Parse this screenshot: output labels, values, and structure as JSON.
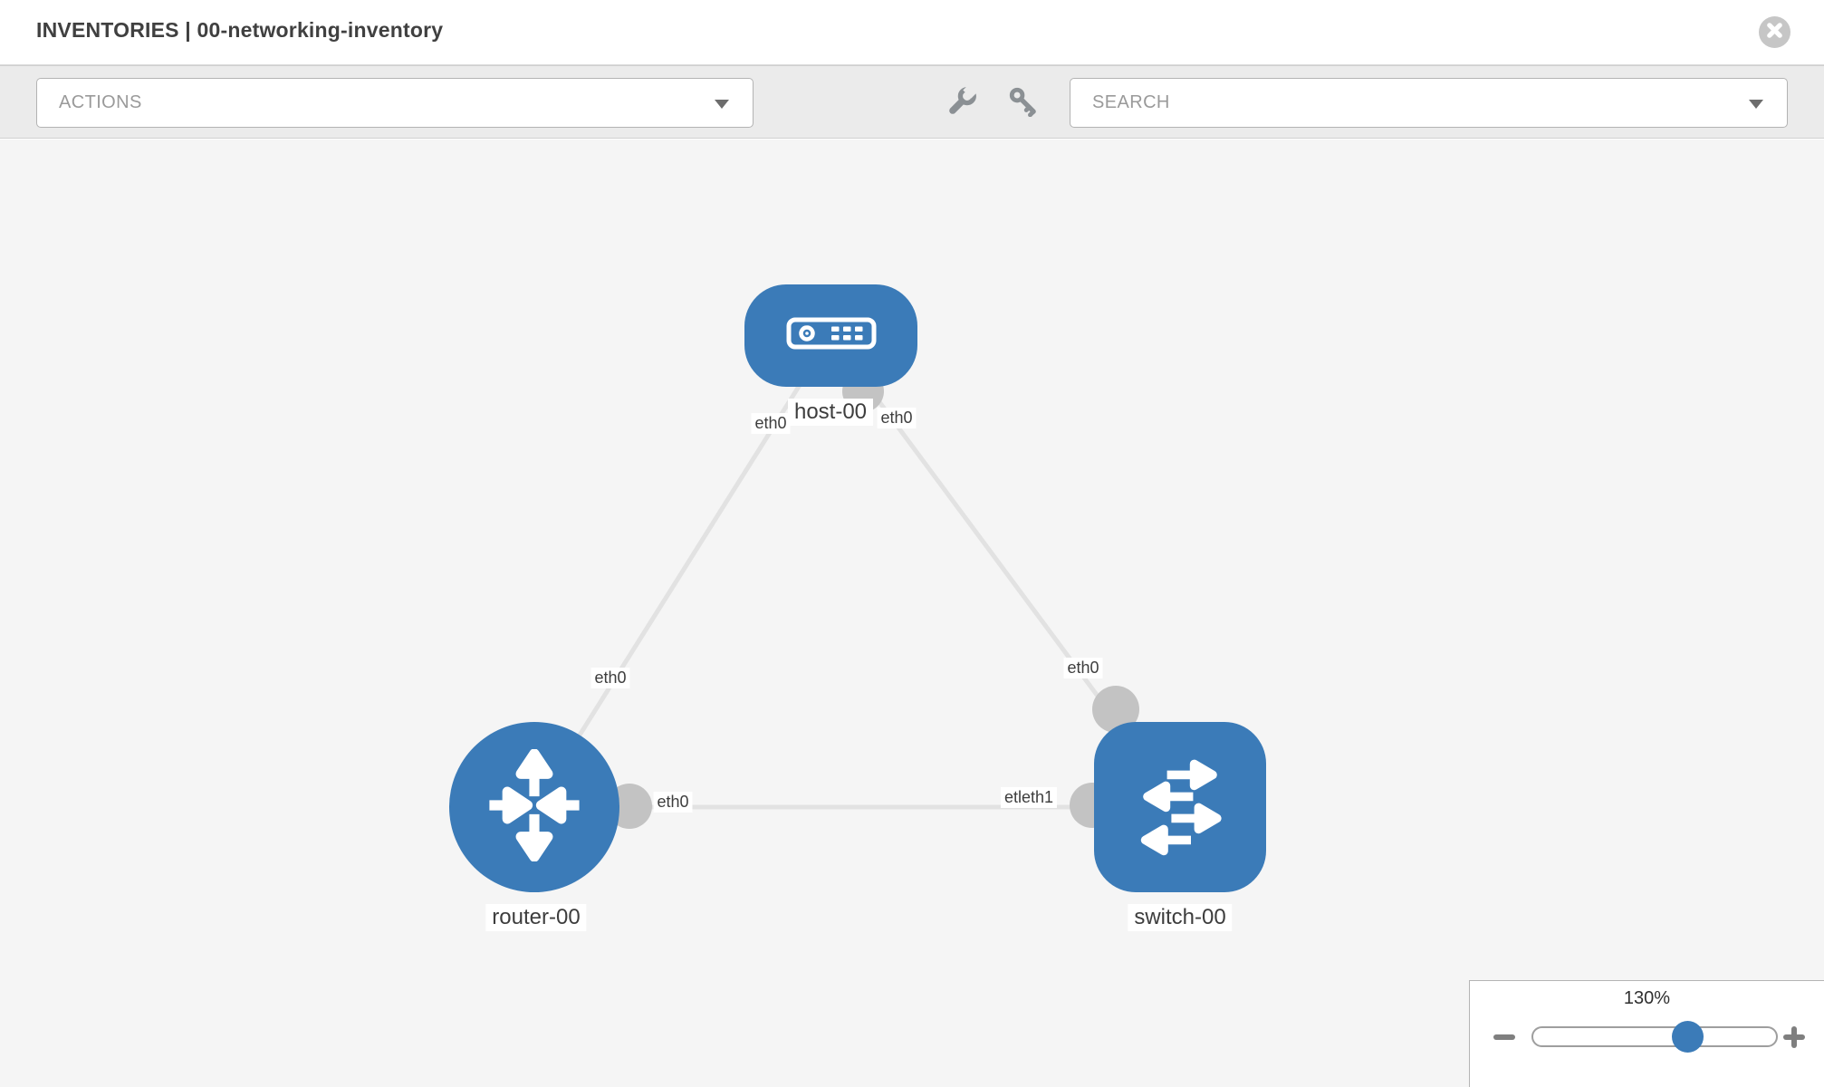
{
  "header": {
    "title": "INVENTORIES | 00-networking-inventory"
  },
  "toolbar": {
    "actions_label": "ACTIONS",
    "search_label": "SEARCH",
    "icons": [
      "wrench-icon",
      "key-icon"
    ]
  },
  "canvas": {
    "nodes": {
      "host": {
        "label": "host-00",
        "type": "host"
      },
      "router": {
        "label": "router-00",
        "type": "router"
      },
      "switch": {
        "label": "switch-00",
        "type": "switch"
      }
    },
    "ifaces": {
      "host_left": "eth0",
      "host_right": "eth0",
      "router_top": "eth0",
      "switch_top": "eth0",
      "router_right": "eth0",
      "switch_left": "etleth1"
    },
    "links": [
      {
        "from": "host-00",
        "to": "router-00",
        "from_iface": "eth0",
        "to_iface": "eth0"
      },
      {
        "from": "host-00",
        "to": "switch-00",
        "from_iface": "eth0",
        "to_iface": "eth0"
      },
      {
        "from": "router-00",
        "to": "switch-00",
        "from_iface": "eth0",
        "to_iface": "eth1"
      }
    ]
  },
  "zoom": {
    "value": "130%",
    "icons": [
      "minus-icon",
      "plus-icon"
    ]
  },
  "colors": {
    "node_blue": "#3b7bb8",
    "connector_gray": "#c3c3c3",
    "link_gray": "#e2e2e2",
    "canvas_bg": "#f5f5f5",
    "toolbar_bg": "#ebebeb"
  }
}
